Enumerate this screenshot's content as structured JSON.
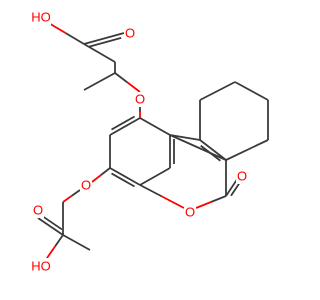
{
  "molecule": {
    "colors": {
      "carbon": "#3a3a3a",
      "oxygen": "#ff0000",
      "background": "#ffffff"
    },
    "atom_labels": {
      "top_acid_hydroxyl": "HO",
      "top_acid_carbonyl_oxygen": "O",
      "top_ether_oxygen": "O",
      "lower_ether_oxygen": "O",
      "ring_oxygen": "O",
      "lactone_carbonyl_oxygen": "O",
      "bottom_acid_carbonyl_oxygen": "O",
      "bottom_acid_hydroxyl": "HO"
    }
  }
}
